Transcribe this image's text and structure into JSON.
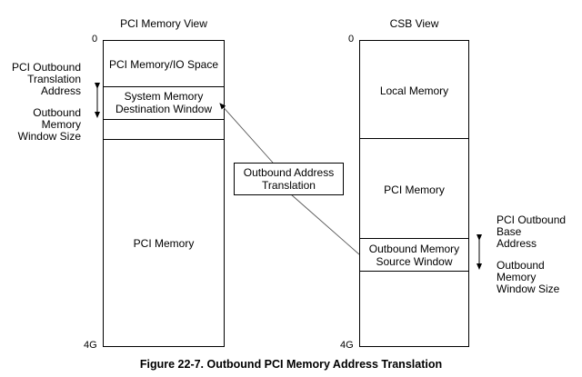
{
  "header_fragment": "…",
  "pci_view": {
    "title": "PCI Memory View",
    "tick_top": "0",
    "tick_bottom": "4G",
    "regions": [
      "PCI Memory/IO Space",
      "System Memory Destination Window",
      "PCI Memory"
    ],
    "region_line2": "Destination Window",
    "region_line1": "System Memory",
    "label_translation_address": [
      "PCI Outbound",
      "Translation",
      "Address"
    ],
    "label_window_size": [
      "Outbound",
      "Memory",
      "Window Size"
    ]
  },
  "csb_view": {
    "title": "CSB View",
    "tick_top": "0",
    "tick_bottom": "4G",
    "regions": [
      "Local Memory",
      "PCI Memory"
    ],
    "source_window_line1": "Outbound Memory",
    "source_window_line2": "Source Window",
    "label_base_address": [
      "PCI Outbound",
      "Base",
      "Address"
    ],
    "label_window_size": [
      "Outbound",
      "Memory",
      "Window Size"
    ]
  },
  "translation_box": {
    "line1": "Outbound Address",
    "line2": "Translation"
  },
  "caption": "Figure 22-7. Outbound PCI Memory Address Translation"
}
